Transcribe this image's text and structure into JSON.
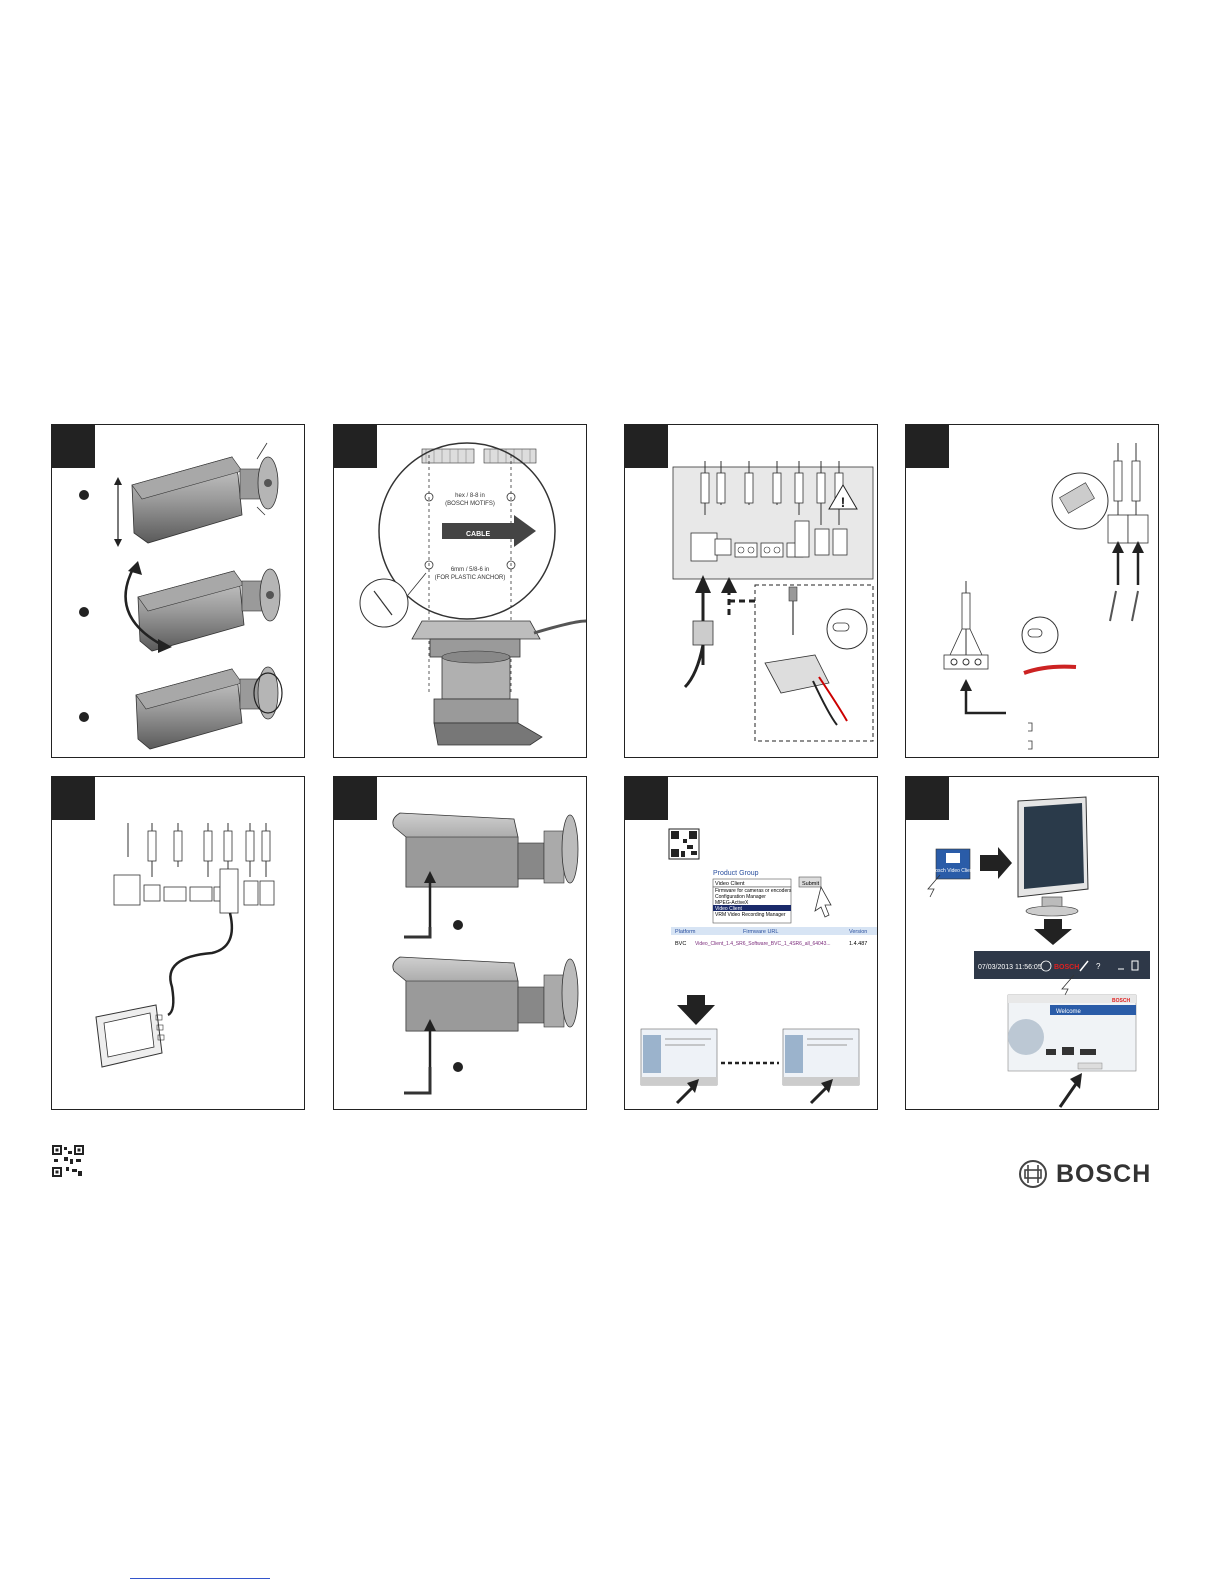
{
  "panel2": {
    "label_top": "hex / 8-8 in",
    "label_top_sub": "(BOSCH MOTIFS)",
    "cable": "CABLE",
    "label_bottom": "6mm / 5/8-6 in",
    "label_bottom_sub": "(FOR PLASTIC ANCHOR)"
  },
  "panel7": {
    "product_group_label": "Product Group",
    "dropdown_selected": "Video Client",
    "dropdown_options": [
      "Firmware for cameras or encoders",
      "Configuration Manager",
      "MPEG-ActiveX",
      "Video Client",
      "VRM Video Recording Manager"
    ],
    "submit": "Submit",
    "table_headers": [
      "Platform",
      "Firmware URL",
      "Version"
    ],
    "table_row": [
      "BVC",
      "Video_Client_1.4_SR6_Software_BVC_1_4SR6_all_64043...",
      "1.4.487"
    ]
  },
  "panel8": {
    "desktop_icon_label": "Bosch Video Client",
    "timestamp": "07/03/2013 11:56:05",
    "brand": "BOSCH",
    "help": "?",
    "welcome": "Welcome"
  },
  "footer": {
    "brand": "BOSCH"
  }
}
